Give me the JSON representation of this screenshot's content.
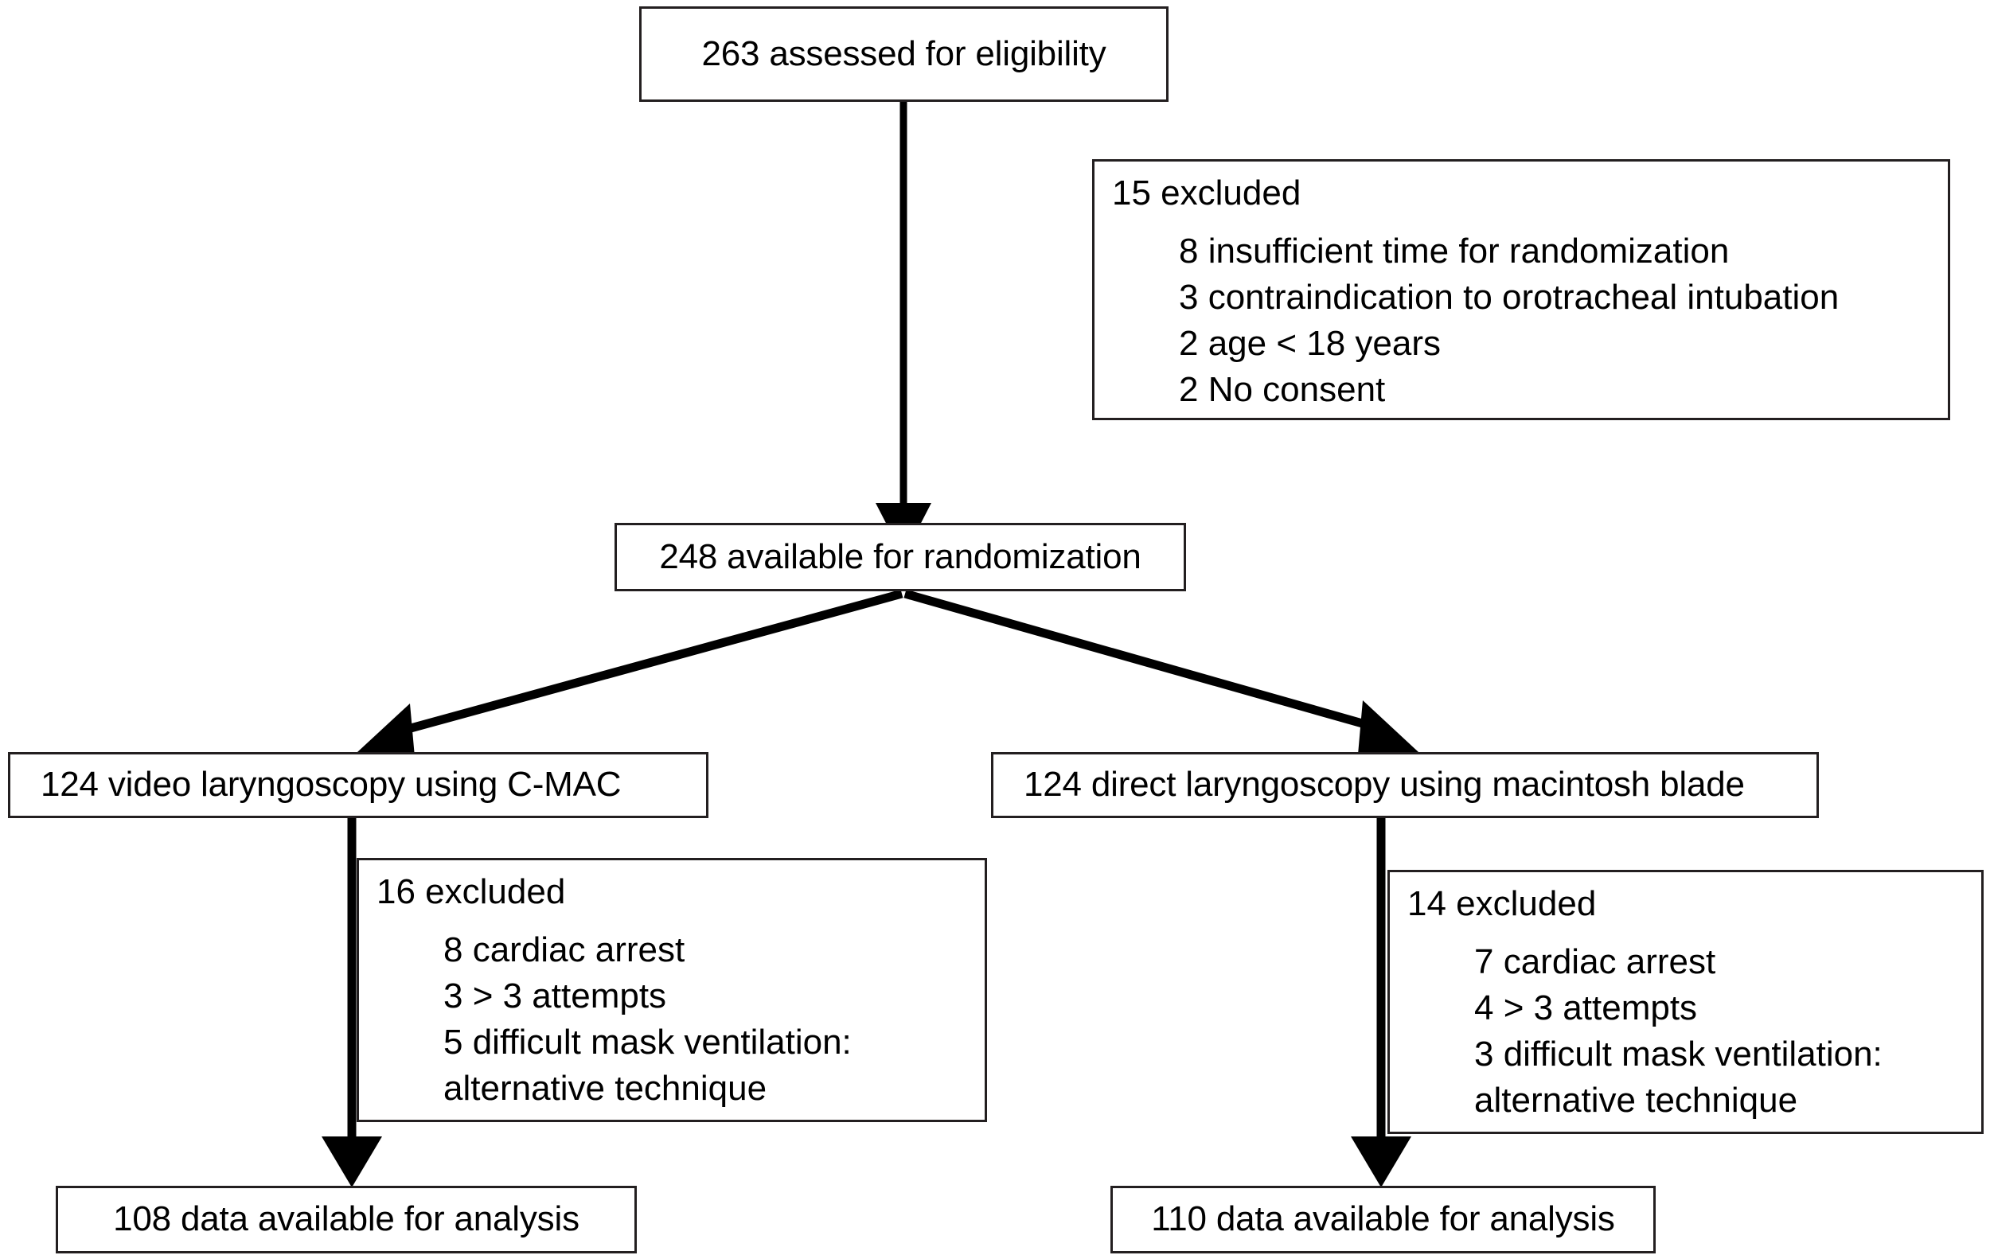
{
  "flow": {
    "nodes": {
      "eligibility": {
        "label": "263 assessed for eligibility"
      },
      "randomization": {
        "label": "248 available for randomization"
      },
      "arm_video": {
        "label": "124 video laryngoscopy using C-MAC"
      },
      "arm_direct": {
        "label": "124 direct laryngoscopy using macintosh blade"
      },
      "analysis_video": {
        "label": "108 data available for analysis"
      },
      "analysis_direct": {
        "label": "110 data available for analysis"
      }
    },
    "exclusions": {
      "screening": {
        "title": "15 excluded",
        "reasons": [
          "8 insufficient time for randomization",
          "3 contraindication to orotracheal intubation",
          "2 age < 18 years",
          "2 No consent"
        ]
      },
      "video_arm": {
        "title": "16 excluded",
        "reasons": [
          "8 cardiac arrest",
          "3 > 3 attempts",
          "5 difficult mask ventilation:",
          "alternative technique"
        ]
      },
      "direct_arm": {
        "title": "14 excluded",
        "reasons": [
          "7 cardiac arrest",
          "4 > 3 attempts",
          "3 difficult mask ventilation:",
          "alternative technique"
        ]
      }
    },
    "colors": {
      "line": "#231f20",
      "border": "#231f20",
      "background": "#ffffff",
      "text": "#000000"
    }
  }
}
